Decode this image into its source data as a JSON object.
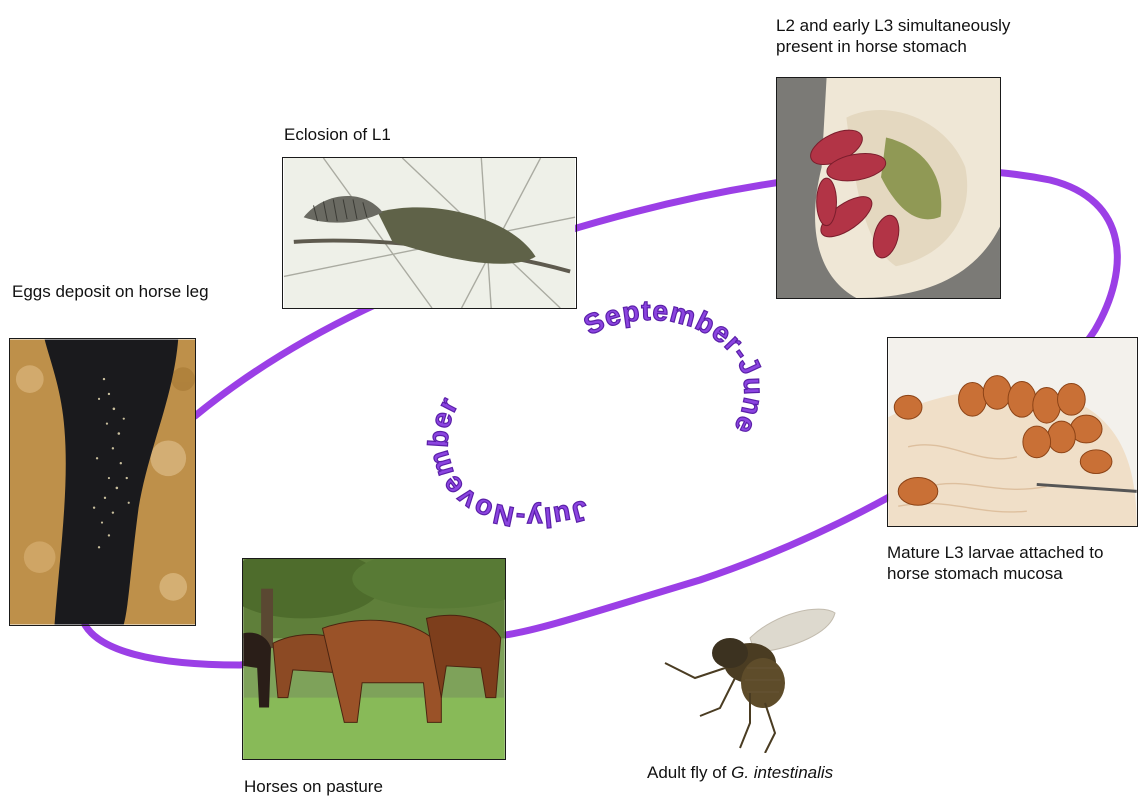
{
  "captions": {
    "eggs": "Eggs deposit on horse leg",
    "eclosion": "Eclosion of L1",
    "l2_l3": "L2 and early L3 simultaneously present in horse stomach",
    "mature": "Mature L3 larvae attached to horse stomach mucosa",
    "horses": "Horses on pasture",
    "adult_fly_prefix": "Adult fly of",
    "adult_fly_species": "G. intestinalis"
  },
  "curved_labels": {
    "season_a": "September-June",
    "season_b": "July-November"
  },
  "colors": {
    "cycle_line": "#9b3fe6",
    "curved_text_fill": "#8b44e0",
    "curved_text_stroke": "#5a1fa8"
  },
  "photos": [
    {
      "name": "eggs-photo",
      "depicts": "horse leg with eggs"
    },
    {
      "name": "eclosion-photo",
      "depicts": "L1 larva emerging"
    },
    {
      "name": "stomach-l2-l3-photo",
      "depicts": "L2 and L3 larvae in stomach"
    },
    {
      "name": "mature-l3-photo",
      "depicts": "mature L3 larvae on mucosa"
    },
    {
      "name": "horses-photo",
      "depicts": "horses on pasture"
    },
    {
      "name": "adult-fly-photo",
      "depicts": "adult botfly"
    }
  ]
}
